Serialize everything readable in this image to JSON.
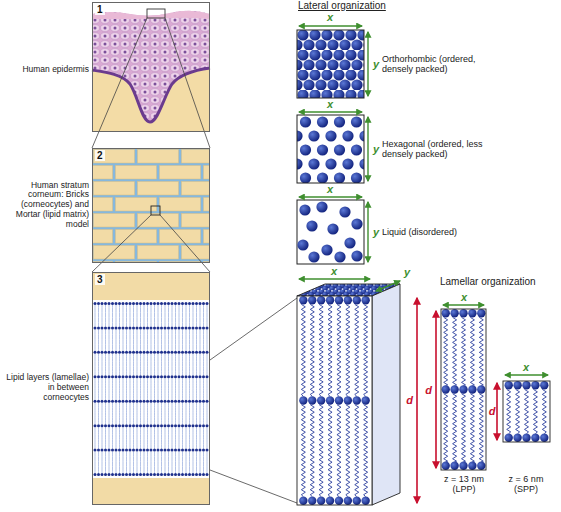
{
  "diagram": {
    "nodes": [
      {
        "text": [
          "1"
        ]
      },
      {
        "text": [
          "2"
        ]
      },
      {
        "text": [
          "3"
        ]
      }
    ],
    "labels": [
      "Human epidermis",
      "Human stratum corneum: Bricks (corneocytes) and Mortar (lipid matrix) model",
      "Lipid layers (lamellae) in between corneocytes",
      "Lateral organization",
      "x",
      "y",
      "Orthorhombic (ordered, densely packed)",
      "x",
      "y",
      "Hexagonal (ordered, less densely packed)",
      "x",
      "y",
      "Liquid (disordered)",
      "Lamellar organization",
      "x",
      "y",
      "d",
      "x",
      "d",
      "z = 13 nm (LPP)",
      "x",
      "d",
      "z = 6 nm (SPP)"
    ]
  }
}
